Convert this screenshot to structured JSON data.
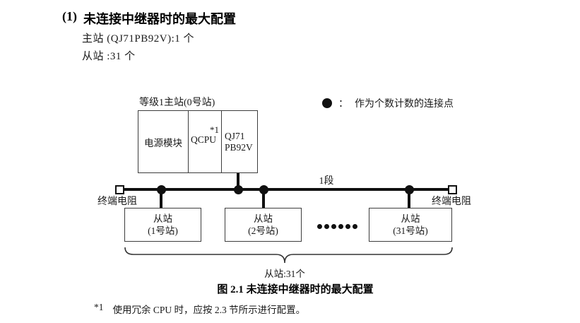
{
  "header": {
    "number": "(1)",
    "title": "未连接中继器时的最大配置",
    "spec_line1": "主站 (QJ71PB92V):1 个",
    "spec_line2": "从站 :31 个"
  },
  "legend": {
    "separator": "：",
    "label": "作为个数计数的连接点"
  },
  "diagram": {
    "master_label": "等级1主站(0号站)",
    "modules": {
      "power": "电源模块",
      "cpu": "QCPU",
      "cpu_note": "*1",
      "pb_line1": "QJ71",
      "pb_line2": "PB92V"
    },
    "segment_label": "1段",
    "terminator_left_label": "终端电阻",
    "terminator_right_label": "终端电阻",
    "slaves": [
      {
        "line1": "从站",
        "line2": "(1号站)"
      },
      {
        "line1": "从站",
        "line2": "(2号站)"
      },
      {
        "line1": "从站",
        "line2": "(31号站)"
      }
    ],
    "brace_label": "从站:31个"
  },
  "caption": "图 2.1 未连接中继器时的最大配置",
  "footnote": {
    "marker": "*1",
    "text": "使用冗余 CPU 时，应按 2.3 节所示进行配置。"
  },
  "colors": {
    "ink": "#111111",
    "border": "#3d3d3d",
    "background": "#ffffff"
  }
}
